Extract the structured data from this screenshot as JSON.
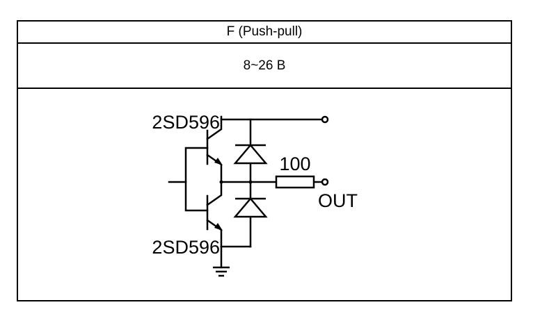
{
  "table": {
    "output_type": "F (Push-pull)",
    "supply_voltage": "8~26 B"
  },
  "circuit": {
    "transistor_top_label": "2SD596",
    "transistor_bottom_label": "2SD596",
    "resistor_label": "100",
    "output_label": "OUT"
  }
}
